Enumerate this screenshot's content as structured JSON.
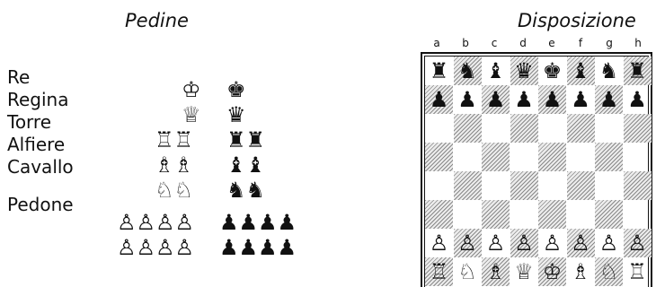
{
  "titles": {
    "left": "Pedine",
    "right": "Disposizione"
  },
  "piece_names": [
    "Re",
    "Regina",
    "Torre",
    "Alfiere",
    "Cavallo",
    "Pedone"
  ],
  "piece_rows": [
    {
      "name": "king",
      "white": "♔",
      "black": "♚"
    },
    {
      "name": "queen",
      "white": "♕",
      "black": "♛"
    },
    {
      "name": "rook",
      "white": "♖♖",
      "black": "♜♜"
    },
    {
      "name": "bishop",
      "white": "♗♗",
      "black": "♝♝"
    },
    {
      "name": "knight",
      "white": "♘♘",
      "black": "♞♞"
    },
    {
      "name": "pawn-1",
      "white": "♙♙♙♙",
      "black": "♟♟♟♟"
    },
    {
      "name": "pawn-2",
      "white": "♙♙♙♙",
      "black": "♟♟♟♟"
    }
  ],
  "board": {
    "files": [
      "a",
      "b",
      "c",
      "d",
      "e",
      "f",
      "g",
      "h"
    ],
    "ranks_shown": [
      [
        "♜",
        "♞",
        "♝",
        "♛",
        "♚",
        "♝",
        "♞",
        "♜"
      ],
      [
        "♟",
        "♟",
        "♟",
        "♟",
        "♟",
        "♟",
        "♟",
        "♟"
      ],
      [
        "",
        "",
        "",
        "",
        "",
        "",
        "",
        ""
      ],
      [
        "",
        "",
        "",
        "",
        "",
        "",
        "",
        ""
      ],
      [
        "",
        "",
        "",
        "",
        "",
        "",
        "",
        ""
      ],
      [
        "",
        "",
        "",
        "",
        "",
        "",
        "",
        ""
      ],
      [
        "♙",
        "♙",
        "♙",
        "♙",
        "♙",
        "♙",
        "♙",
        "♙"
      ],
      [
        "♖",
        "♘",
        "♗",
        "♕",
        "♔",
        "♗",
        "♘",
        "♖"
      ]
    ],
    "light_color": "#ffffff",
    "dark_hatch_color": "#8a8a8a"
  }
}
